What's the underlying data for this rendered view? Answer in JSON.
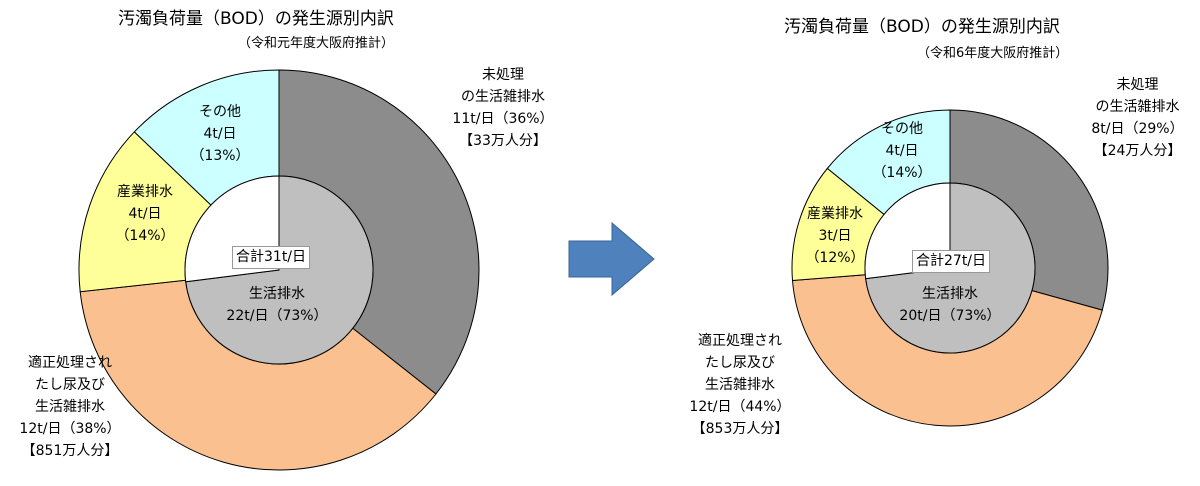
{
  "colors": {
    "untreated": "#8c8c8c",
    "treated": "#fac090",
    "industrial": "#ffff99",
    "other": "#ccffff",
    "inner": "#bfbfbf",
    "arrow": "#4f81bd",
    "stroke": "#000000"
  },
  "arrow_icon": "right-arrow-icon",
  "chart_data": [
    {
      "type": "pie",
      "title": "汚濁負荷量（BOD）の発生源別内訳",
      "subtitle": "（令和元年度大阪府推計）",
      "total_label": "合計31t/日",
      "inner": {
        "line1": "生活排水",
        "line2": "22t/日（73%）",
        "value": 22,
        "percent": 73
      },
      "slices": [
        {
          "key": "untreated",
          "value": 11,
          "percent": 36,
          "lines": [
            "未処理",
            "の生活雑排水",
            "11t/日（36%）",
            "【33万人分】"
          ]
        },
        {
          "key": "treated",
          "value": 12,
          "percent": 38,
          "lines": [
            "適正処理され",
            "たし尿及び",
            "生活雑排水",
            "12t/日（38%）",
            "【851万人分】"
          ]
        },
        {
          "key": "industrial",
          "value": 4,
          "percent": 14,
          "lines": [
            "産業排水",
            "4t/日",
            "（14%）"
          ]
        },
        {
          "key": "other",
          "value": 4,
          "percent": 13,
          "lines": [
            "その他",
            "4t/日",
            "（13%）"
          ]
        }
      ]
    },
    {
      "type": "pie",
      "title": "汚濁負荷量（BOD）の発生源別内訳",
      "subtitle": "（令和6年度大阪府推計）",
      "total_label": "合計27t/日",
      "inner": {
        "line1": "生活排水",
        "line2": "20t/日（73%）",
        "value": 20,
        "percent": 73
      },
      "slices": [
        {
          "key": "untreated",
          "value": 8,
          "percent": 29,
          "lines": [
            "未処理",
            "の生活雑排水",
            "8t/日（29%）",
            "【24万人分】"
          ]
        },
        {
          "key": "treated",
          "value": 12,
          "percent": 44,
          "lines": [
            "適正処理され",
            "たし尿及び",
            "生活雑排水",
            "12t/日（44%）",
            "【853万人分】"
          ]
        },
        {
          "key": "industrial",
          "value": 3,
          "percent": 12,
          "lines": [
            "産業排水",
            "3t/日",
            "（12%）"
          ]
        },
        {
          "key": "other",
          "value": 4,
          "percent": 14,
          "lines": [
            "その他",
            "4t/日",
            "（14%）"
          ]
        }
      ]
    }
  ]
}
